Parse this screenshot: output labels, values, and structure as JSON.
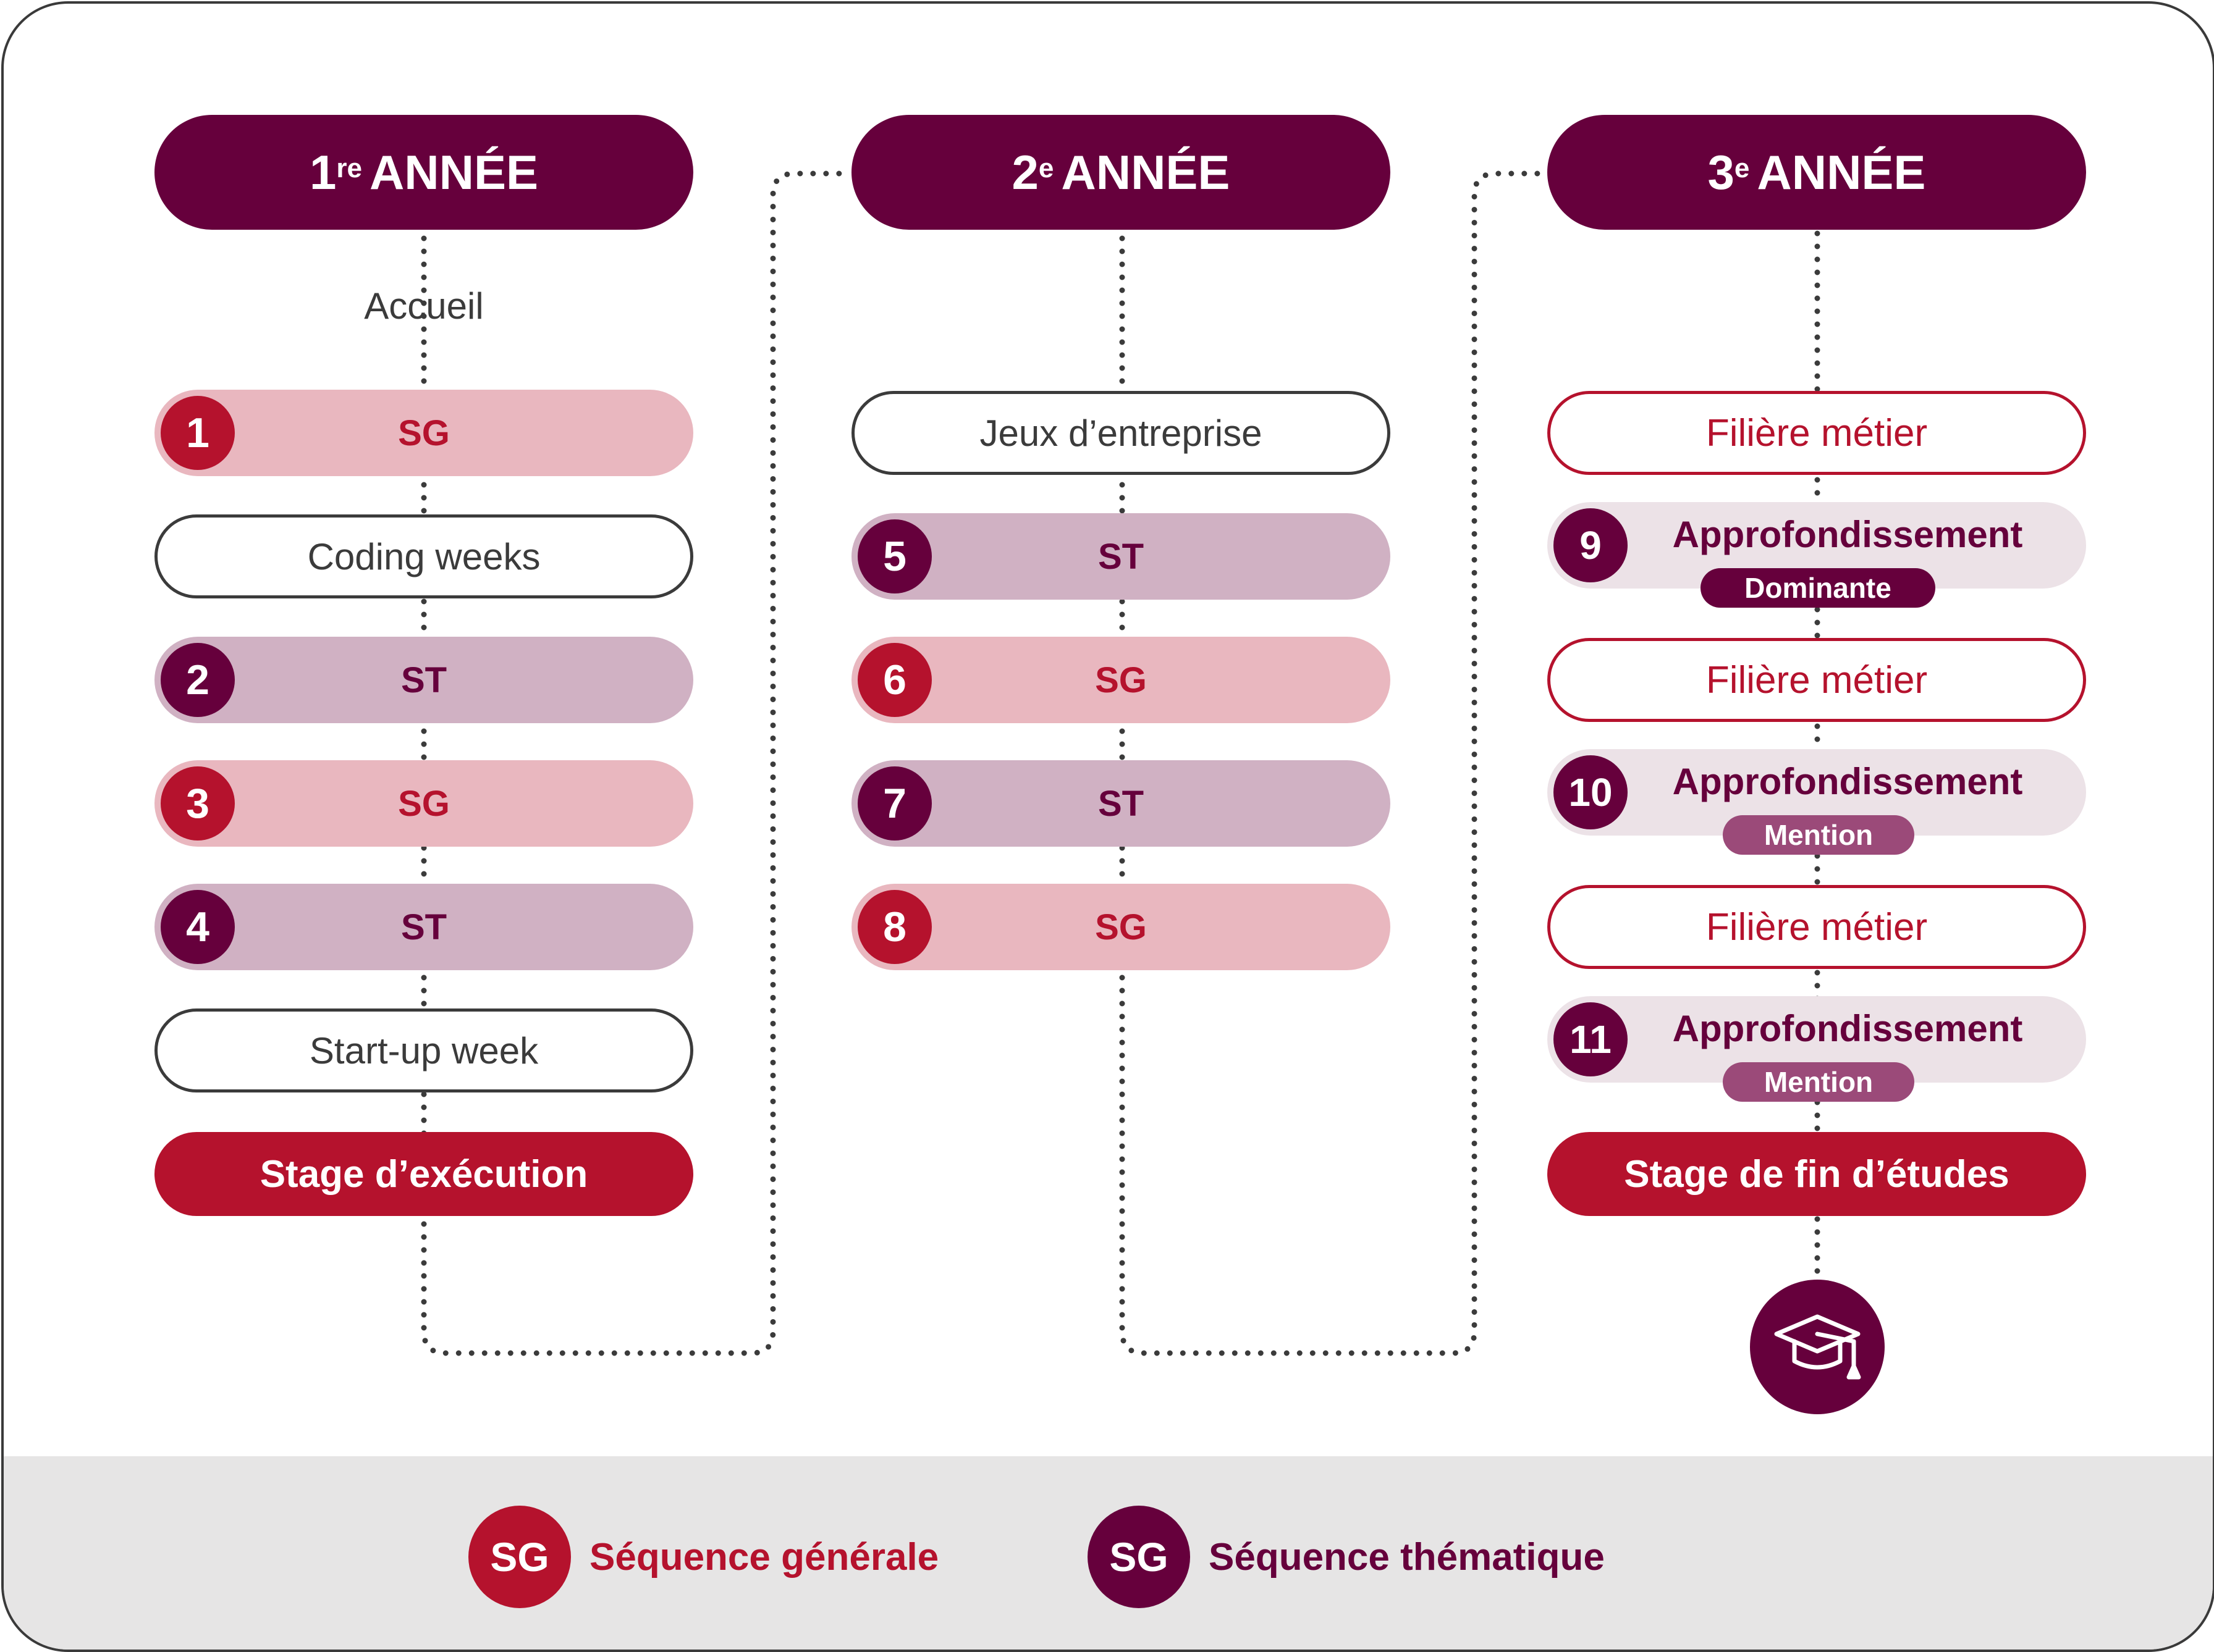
{
  "colors": {
    "dark_purple": "#66003c",
    "red": "#b5122d",
    "sg_fill": "#e9b7bf",
    "st_fill": "#d0b1c3",
    "appro_fill": "#ece2e7",
    "mention_badge": "#9b4a79",
    "legend_band": "#e6e5e5"
  },
  "years": [
    {
      "number": "1",
      "suffix": "re",
      "word": "ANNÉE",
      "intro": "Accueil",
      "steps": [
        {
          "kind": "sg",
          "num": "1",
          "label": "SG"
        },
        {
          "kind": "plain",
          "label": "Coding weeks"
        },
        {
          "kind": "st",
          "num": "2",
          "label": "ST"
        },
        {
          "kind": "sg",
          "num": "3",
          "label": "SG"
        },
        {
          "kind": "st",
          "num": "4",
          "label": "ST"
        },
        {
          "kind": "plain",
          "label": "Start-up week"
        },
        {
          "kind": "stage",
          "label": "Stage d’exécution"
        }
      ]
    },
    {
      "number": "2",
      "suffix": "e",
      "word": "ANNÉE",
      "steps": [
        {
          "kind": "plain",
          "label": "Jeux d’entreprise"
        },
        {
          "kind": "st",
          "num": "5",
          "label": "ST"
        },
        {
          "kind": "sg",
          "num": "6",
          "label": "SG"
        },
        {
          "kind": "st",
          "num": "7",
          "label": "ST"
        },
        {
          "kind": "sg",
          "num": "8",
          "label": "SG"
        }
      ]
    },
    {
      "number": "3",
      "suffix": "e",
      "word": "ANNÉE",
      "steps": [
        {
          "kind": "metier",
          "label": "Filière métier"
        },
        {
          "kind": "appro",
          "num": "9",
          "label": "Approfondissement",
          "badge": "Dominante"
        },
        {
          "kind": "metier",
          "label": "Filière métier"
        },
        {
          "kind": "appro",
          "num": "10",
          "label": "Approfondissement",
          "badge": "Mention"
        },
        {
          "kind": "metier",
          "label": "Filière métier"
        },
        {
          "kind": "appro",
          "num": "11",
          "label": "Approfondissement",
          "badge": "Mention"
        },
        {
          "kind": "stage",
          "label": "Stage de fin d’études"
        }
      ],
      "end_icon": "graduation-cap-icon"
    }
  ],
  "legend": [
    {
      "badge": "SG",
      "label": "Séquence générale",
      "color": "#b5122d"
    },
    {
      "badge": "SG",
      "label": "Séquence thématique",
      "color": "#66003c"
    }
  ]
}
